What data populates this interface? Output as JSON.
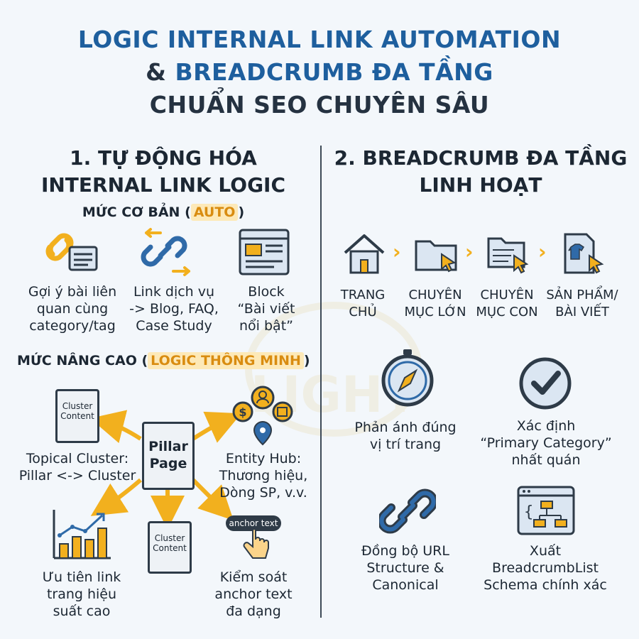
{
  "header": {
    "line1": "LOGIC INTERNAL LINK AUTOMATION",
    "line2_prefix": "& ",
    "line2_main": "BREADCRUMB ĐA TẦNG",
    "line3": "CHUẨN SEO CHUYÊN SÂU"
  },
  "left": {
    "title_line1": "1. TỰ ĐỘNG HÓA",
    "title_line2": "INTERNAL LINK LOGIC",
    "basic_label": "MỨC CƠ BẢN (",
    "basic_highlight": "AUTO",
    "basic_close": ")",
    "basic_items": [
      {
        "icon": "chain-list-icon",
        "lines": [
          "Gợi ý bài liên",
          "quan cùng",
          "category/tag"
        ]
      },
      {
        "icon": "link-arrows-icon",
        "lines": [
          "Link dịch vụ",
          "-> Blog, FAQ,",
          "Case Study"
        ]
      },
      {
        "icon": "browser-window-icon",
        "lines": [
          "Block",
          "“Bài viết",
          "nổi bật”"
        ]
      }
    ],
    "advanced_label": "MỨC NÂNG CAO (",
    "advanced_highlight": "LOGIC THÔNG MINH",
    "advanced_close": ")",
    "pillar": [
      "Pillar",
      "Page"
    ],
    "cluster_doc": [
      "Cluster",
      "Content"
    ],
    "topical": [
      "Topical Cluster:",
      "Pillar <-> Cluster"
    ],
    "entity": [
      "Entity Hub:",
      "Thương hiệu,",
      "Dòng SP, v.v."
    ],
    "priority": [
      "Ưu tiên link",
      "trang hiệu",
      "suất cao"
    ],
    "anchor_pill": "anchor text",
    "anchor": [
      "Kiểm soát",
      "anchor text",
      "đa dạng"
    ]
  },
  "right": {
    "title_line1": "2. BREADCRUMB ĐA TẦNG",
    "title_line2": "LINH HOẠT",
    "steps": [
      {
        "icon": "home-icon",
        "lines": [
          "TRANG",
          "CHỦ"
        ]
      },
      {
        "icon": "folder-cursor-icon",
        "lines": [
          "CHUYÊN",
          "MỤC LỚN"
        ]
      },
      {
        "icon": "subfolder-cursor-icon",
        "lines": [
          "CHUYÊN",
          "MỤC CON"
        ]
      },
      {
        "icon": "product-cursor-icon",
        "lines": [
          "SẢN PHẨM/",
          "BÀI VIẾT"
        ]
      }
    ],
    "features": [
      {
        "icon": "compass-icon",
        "lines": [
          "Phản ánh đúng",
          "vị trí trang"
        ]
      },
      {
        "icon": "check-circle-icon",
        "lines": [
          "Xác định",
          "“Primary Category”",
          "nhất quán"
        ]
      },
      {
        "icon": "link-icon",
        "lines": [
          "Đồng bộ URL",
          "Structure &",
          "Canonical"
        ]
      },
      {
        "icon": "schema-window-icon",
        "lines": [
          "Xuất",
          "BreadcrumbList",
          "Schema chính xác"
        ]
      }
    ]
  },
  "colors": {
    "blue": "#1e5f9e",
    "dark": "#253241",
    "accent": "#f2b01e",
    "icon_blue": "#2f6aa8"
  }
}
